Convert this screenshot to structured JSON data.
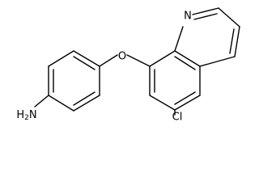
{
  "molecule": {
    "atoms": {
      "nitrogen_ring": "N",
      "oxygen": "O",
      "amine": "H2N",
      "amine_parts": {
        "element": "H",
        "subscript": "2",
        "center": "N"
      },
      "chlorine": "Cl"
    }
  }
}
